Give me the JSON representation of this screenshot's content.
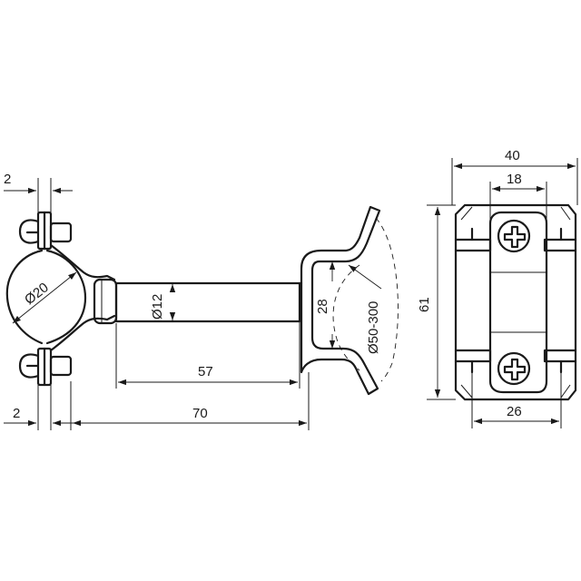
{
  "dimensions": {
    "top_left_thickness": "2",
    "bottom_left_thickness": "2",
    "overall_length": "70",
    "rod_length": "57",
    "tube_diameter": "Ø20",
    "rod_diameter": "Ø12",
    "saddle_width": "28",
    "pipe_range": "Ø50-300",
    "plate_width": "40",
    "clamp_width": "18",
    "base_width": "26",
    "plate_height": "61"
  },
  "colors": {
    "line": "#1a1a1a",
    "background": "#ffffff"
  }
}
